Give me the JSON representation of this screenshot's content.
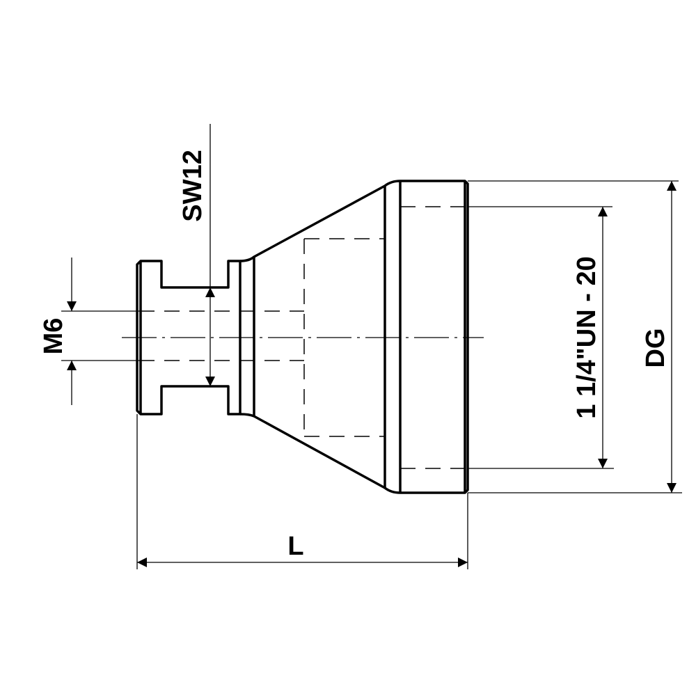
{
  "drawing": {
    "labels": {
      "wrench_size": "SW12",
      "inner_thread": "M6",
      "outer_thread": "1 1/4\"UN - 20",
      "diameter": "DG",
      "length": "L"
    },
    "colors": {
      "line": "#000000",
      "background": "#ffffff"
    }
  }
}
